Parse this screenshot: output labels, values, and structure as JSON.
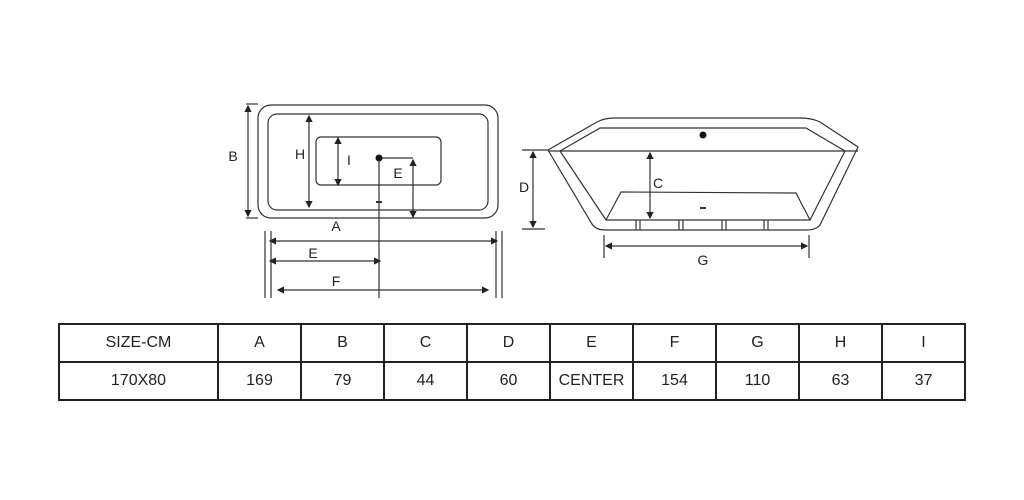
{
  "diagram": {
    "top_view_labels": {
      "A": "A",
      "B": "B",
      "E_inner": "E",
      "E": "E",
      "F": "F",
      "H": "H",
      "I": "I"
    },
    "side_view_labels": {
      "C": "C",
      "D": "D",
      "G": "G"
    }
  },
  "table": {
    "headers": [
      "SIZE-CM",
      "A",
      "B",
      "C",
      "D",
      "E",
      "F",
      "G",
      "H",
      "I"
    ],
    "rows": [
      [
        "170X80",
        "169",
        "79",
        "44",
        "60",
        "CENTER",
        "154",
        "110",
        "63",
        "37"
      ]
    ]
  }
}
